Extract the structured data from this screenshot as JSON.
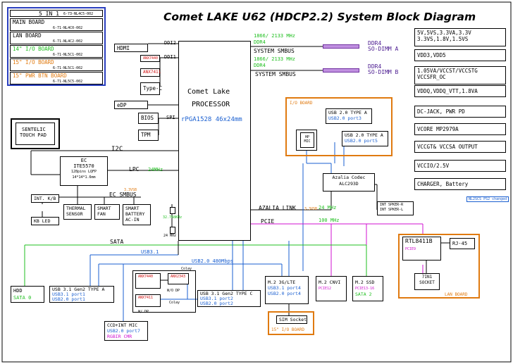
{
  "title": "Comet LAKE U62 (HDCP2.2) System Block Diagram",
  "board_list": {
    "header": "5 IN 1",
    "header_pn": "6-73-NL4C5-002",
    "items": [
      {
        "label": "MAIN BOARD",
        "pn": "6-71-NL4C0-002",
        "color": "#000000"
      },
      {
        "label": "LAN BOARD",
        "pn": "6-71-NL4C2-002",
        "color": "#000000"
      },
      {
        "label": "14\" I/O BOARD",
        "pn": "6-71-NL5C1-002",
        "color": "#33cc33"
      },
      {
        "label": "15\" I/O BOARD",
        "pn": "6-71-NL5C1-002",
        "color": "#e07a10"
      },
      {
        "label": "15\" PWR BTN BOARD",
        "pn": "6-71-NL5C5-002",
        "color": "#e07a10"
      }
    ]
  },
  "cpu": {
    "line1": "Comet Lake",
    "line2": "PROCESSOR",
    "package": "rPGA1528 46x24mm"
  },
  "cpu_links": {
    "ddi2": "DDI2",
    "ddi1": "DDI1",
    "spi": "SPI"
  },
  "display": {
    "hdmi": "HDMI",
    "anx7440": "ANX7440",
    "anx7411": "ANX7411",
    "typec": "Type-C",
    "edp": "eDP"
  },
  "bios": "BIOS",
  "tpm": "TPM",
  "memory": {
    "speed_a": "1866/ 2133 MHz",
    "ddr_a": "DDR4",
    "smbus_a": "SYSTEM SMBUS",
    "dimm_a_1": "DDR4",
    "dimm_a_2": "SO-DIMM A",
    "speed_b": "1866/ 2133 MHz",
    "ddr_b": "DDR4",
    "smbus_b": "SYSTEM SMBUS",
    "dimm_b_1": "DDR4",
    "dimm_b_2": "SO-DIMM B"
  },
  "power_rails": [
    "5V,5VS,3.3VA,3.3V",
    "3.3VS,1.8V,1.5VS",
    "VDD3,VDD5",
    "1.05VA/VCCST/VCCSTG",
    "VCCSFR_OC",
    "VDDQ,VDDQ_VTT,1.8VA",
    "DC-JACK, PWR PD",
    "VCORE MP2979A",
    "VCCGT& VCCSA OUTPUT",
    "VCCIO/2.5V",
    "CHARGER, Battery"
  ],
  "power_note": "NL2SCS PS2 changed",
  "touchpad": {
    "line1": "SENTELIC",
    "line2": "TOUCH PAD"
  },
  "i2c": "I2C",
  "ec": {
    "line1": "EC",
    "line2": "ITE5570",
    "line3": "128pins LQFP",
    "line4": "14*14*1.6mm"
  },
  "lpc": "LPC",
  "lpc_speed": "24MHz",
  "ec_smbus": "EC SMBUS",
  "ec_smbus_small": "3.3VSB",
  "ec_peripherals": {
    "kb": "INT. K/B",
    "kbled": "KB LED",
    "thermal_1": "THERMAL",
    "thermal_2": "SENSOR",
    "fan_1": "SMART",
    "fan_2": "FAN",
    "batt_1": "SMART",
    "batt_2": "BATTERY",
    "batt_3": "AC-IN"
  },
  "clock": {
    "xtal1": "32.768KHz",
    "xtal2": "24 MHz"
  },
  "io_board": {
    "label": "I/O BOARD",
    "usb_a1_title": "USB 2.0 TYPE A",
    "usb_a1_port": "USB2.0 port3",
    "usb_a2_title": "USB 2.0 TYPE A",
    "usb_a2_port": "USB2.0 port5",
    "mic_1": "HP",
    "mic_2": "MIC"
  },
  "azalia": {
    "line1": "Azalia Codec",
    "line2": "ALC293D",
    "link": "AZALIA LINK",
    "link_small": "3.3VSB",
    "link_speed": "24 MHz"
  },
  "speakers": {
    "line1": "INT SPKER-R",
    "line2": "INT SPKER-L"
  },
  "pcie": {
    "label": "PCIE",
    "speed": "100 MHz"
  },
  "lan_board": {
    "label": "LAN BOARD",
    "chip": "RTL8411B",
    "chip_port": "PCIE9",
    "rj45": "RJ-45",
    "socket_1": "7IN1",
    "socket_2": "SOCKET"
  },
  "sata": "SATA",
  "usb31": "USB3.1",
  "usb2_speed": "USB2.0 480Mbps",
  "hdd": {
    "label": "HDD",
    "port": "SATA 0"
  },
  "usb31_typea": {
    "title": "USB 3.1 Gen2 TYPE A",
    "p1": "USB3.1 port1",
    "p2": "USB2.0 port1"
  },
  "usb31_typec": {
    "title": "USB 3.1 Gen2 TYPE C",
    "p1": "USB3.1 port2",
    "p2": "USB2.0 port2"
  },
  "mux": {
    "anx7440": "ANX7440",
    "anx2343": "ANX2343",
    "anx7411": "ANX7411",
    "note_top": "Colay",
    "note_mid": "W/O DP",
    "note_bot": "W/ DP",
    "note_right": "Colay"
  },
  "cmos": {
    "line1": "CCD+INT MIC",
    "line2": "USB2.0 port7",
    "line3": "RGBIR CMR"
  },
  "m2_3g": {
    "title": "M.2 3G/LTE",
    "p1": "USB3.1 port4",
    "p2": "USB2.0 port4"
  },
  "m2_cnvi": {
    "title": "M.2 CNVI",
    "port": "PCIE12"
  },
  "m2_ssd": {
    "title": "M.2 SSD",
    "port": "PCIE13-16",
    "sata": "SATA 2"
  },
  "sim": {
    "label": "SIM Socket",
    "board": "15\" I/O BOARD"
  }
}
